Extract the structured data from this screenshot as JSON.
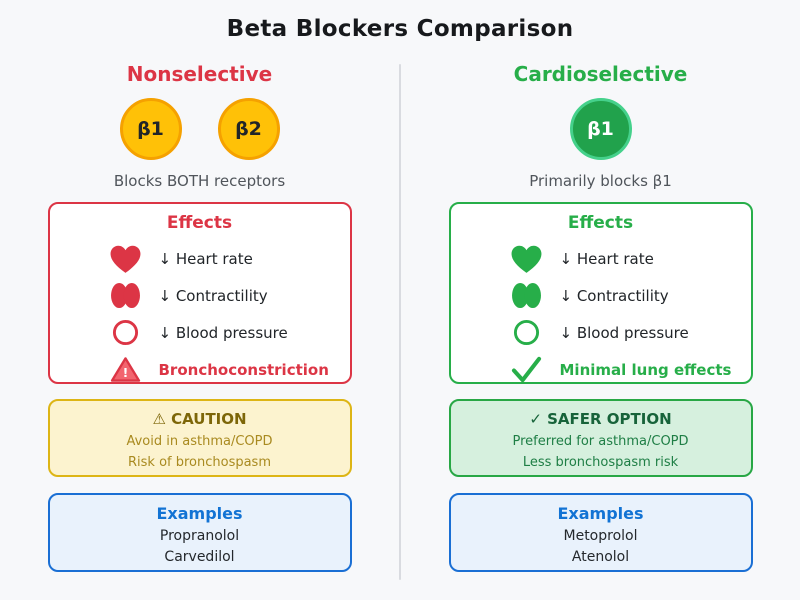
{
  "title": "Beta Blockers Comparison",
  "colors": {
    "background": "#f7f8fa",
    "divider": "#d9dbe0",
    "nonselective_accent": "#dc3545",
    "cardioselective_accent": "#27ae49",
    "receptor_amber_fill": "#ffc107",
    "receptor_amber_border": "#f5a100",
    "receptor_green_fill": "#21a24c",
    "receptor_green_border": "#45d18b",
    "caution_bg": "#fcf3cf",
    "caution_border": "#ddb515",
    "safer_bg": "#d6f0de",
    "safer_border": "#28a745",
    "examples_bg": "#e9f2fc",
    "examples_border": "#1a6fd4",
    "examples_title": "#1273d4"
  },
  "columns": [
    {
      "heading": "Nonselective",
      "receptors": [
        "β1",
        "β2"
      ],
      "subtitle": "Blocks BOTH receptors",
      "effects": {
        "heading": "Effects",
        "rows": [
          {
            "icon": "heart-icon",
            "label": "↓ Heart rate"
          },
          {
            "icon": "lungs-icon",
            "label": "↓ Contractility"
          },
          {
            "icon": "ring-icon",
            "label": "↓ Blood pressure"
          },
          {
            "icon": "warning-icon",
            "label": "Bronchoconstriction",
            "emphasis": true
          }
        ]
      },
      "callout": {
        "title": "⚠ CAUTION",
        "lines": [
          "Avoid in asthma/COPD",
          "Risk of bronchospasm"
        ]
      },
      "examples": {
        "title": "Examples",
        "items": [
          "Propranolol",
          "Carvedilol"
        ]
      }
    },
    {
      "heading": "Cardioselective",
      "receptors": [
        "β1"
      ],
      "subtitle": "Primarily blocks β1",
      "effects": {
        "heading": "Effects",
        "rows": [
          {
            "icon": "heart-icon",
            "label": "↓ Heart rate"
          },
          {
            "icon": "lungs-icon",
            "label": "↓ Contractility"
          },
          {
            "icon": "ring-icon",
            "label": "↓ Blood pressure"
          },
          {
            "icon": "check-icon",
            "label": "Minimal lung effects",
            "emphasis": true
          }
        ]
      },
      "callout": {
        "title": "✓ SAFER OPTION",
        "lines": [
          "Preferred for asthma/COPD",
          "Less bronchospasm risk"
        ]
      },
      "examples": {
        "title": "Examples",
        "items": [
          "Metoprolol",
          "Atenolol"
        ]
      }
    }
  ]
}
